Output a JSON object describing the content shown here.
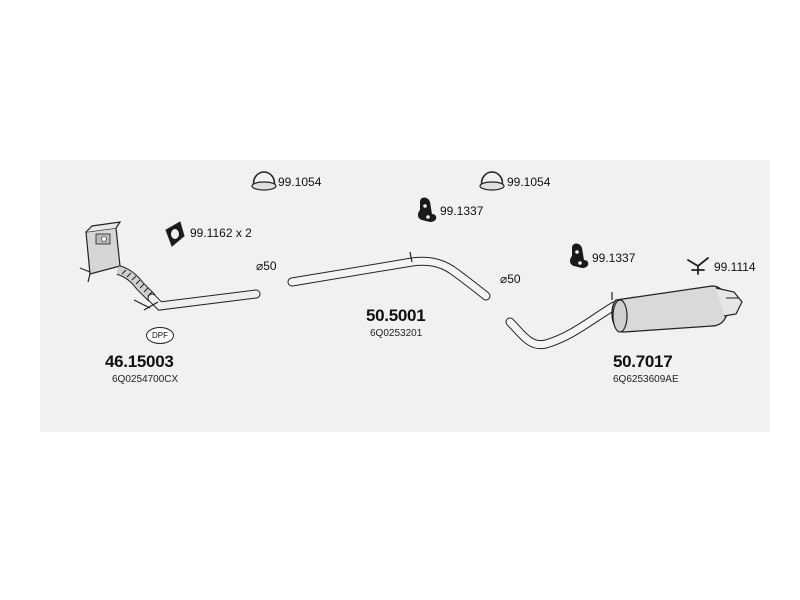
{
  "parts": {
    "dpf_assembly": {
      "number": "46.15003",
      "oem": "6Q0254700CX",
      "badge": "DPF"
    },
    "middle_pipe": {
      "number": "50.5001",
      "oem": "6Q0253201"
    },
    "rear_silencer": {
      "number": "50.7017",
      "oem": "6Q6253609AE"
    }
  },
  "accessories": {
    "clamp_left": "99.1054",
    "clamp_right": "99.1054",
    "gasket": "99.1162 x 2",
    "rubber_mount_middle": "99.1337",
    "rubber_mount_rear": "99.1337",
    "bracket": "99.1114"
  },
  "diameters": {
    "left": "⌀50",
    "right": "⌀50"
  },
  "colors": {
    "panel": "#f1f1f1",
    "stroke": "#222222",
    "fill": "#dcdcdc"
  }
}
